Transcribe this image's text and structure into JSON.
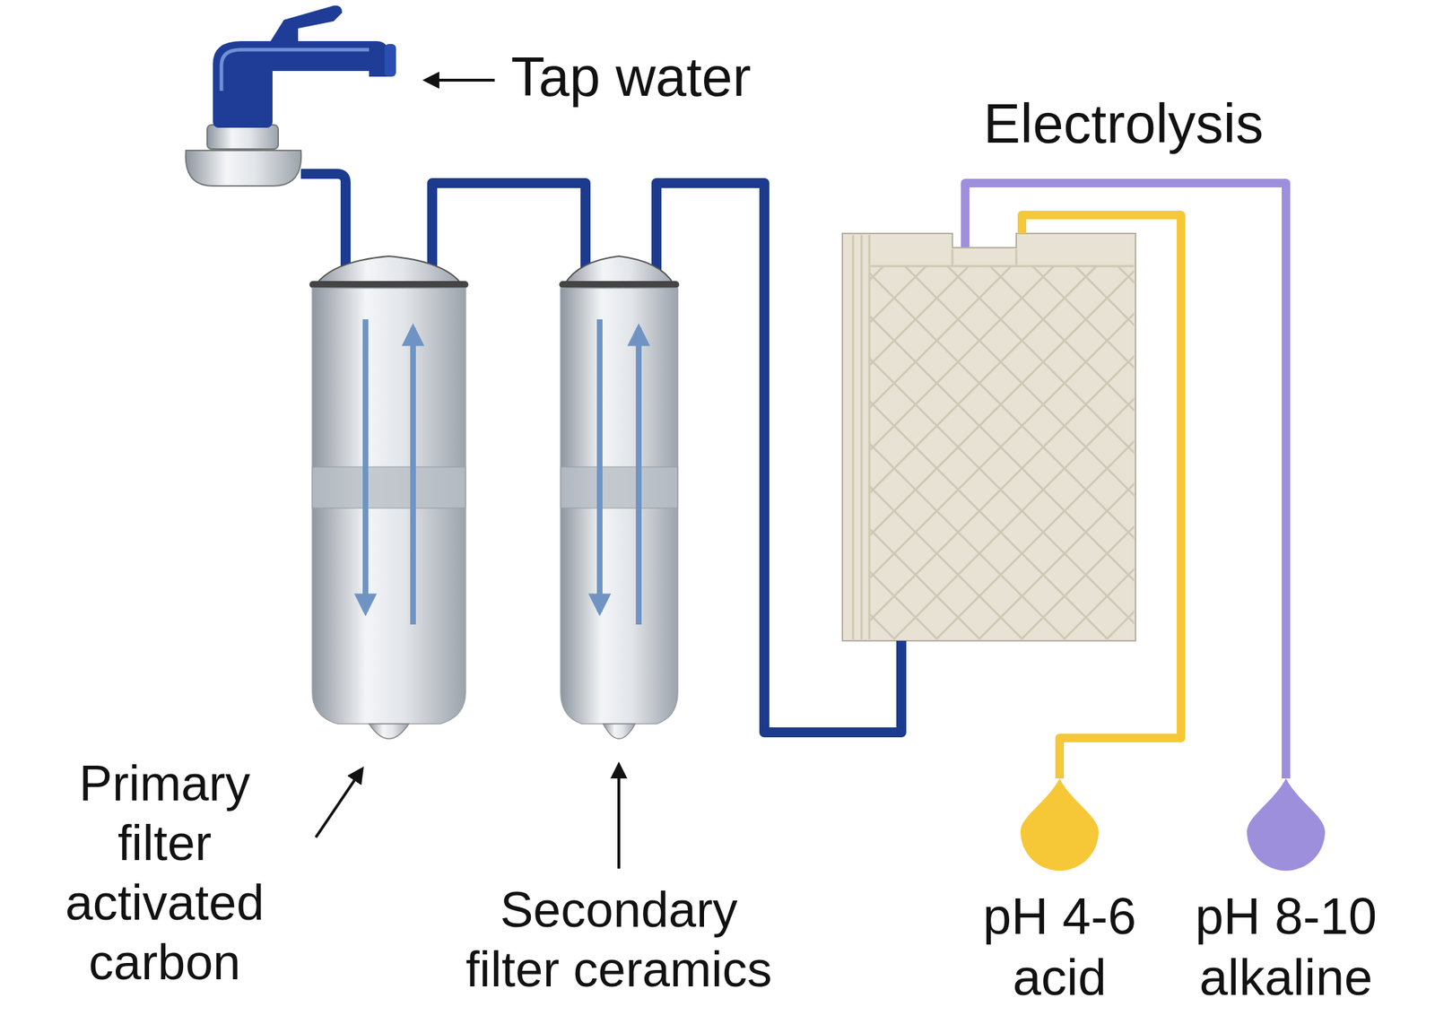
{
  "diagram": {
    "nodes": [
      {
        "text": [
          "Tap water"
        ]
      },
      {
        "text": [
          "Primary filter activated carbon"
        ]
      },
      {
        "text": [
          "Secondary filter ceramics"
        ]
      },
      {
        "text": [
          "Electrolysis"
        ]
      },
      {
        "text": [
          "pH 4-6 acid"
        ]
      },
      {
        "text": [
          "pH 8-10 alkaline"
        ]
      }
    ],
    "edges": [
      {
        "from": 0,
        "to": 1,
        "arrow": "none"
      },
      {
        "from": 1,
        "to": 2,
        "arrow": "none"
      },
      {
        "from": 2,
        "to": 3,
        "arrow": "none"
      },
      {
        "from": 3,
        "to": 4,
        "arrow": "none"
      },
      {
        "from": 3,
        "to": 5,
        "arrow": "none"
      }
    ]
  }
}
